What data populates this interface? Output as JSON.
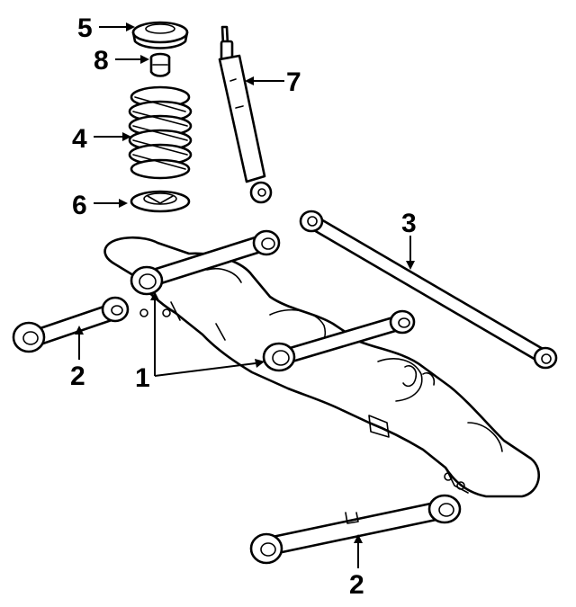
{
  "callouts": {
    "c1": "1",
    "c2a": "2",
    "c2b": "2",
    "c3": "3",
    "c4": "4",
    "c5": "5",
    "c6": "6",
    "c7": "7",
    "c8": "8"
  },
  "colors": {
    "ink": "#000000",
    "paper": "#ffffff"
  }
}
